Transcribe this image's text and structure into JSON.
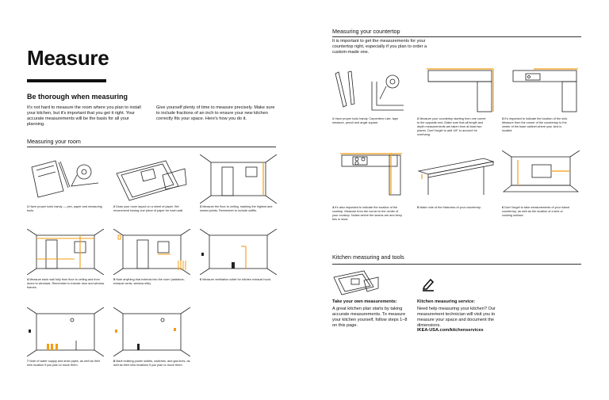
{
  "left": {
    "title": "Measure",
    "subheading": "Be thorough when measuring",
    "intro_col1": "It's not hard to measure the room where you plan to install your kitchen, but it's important that you get it right. Your accurate measurements will be the basis for all your planning.",
    "intro_col2": "Give yourself plenty of time to measure precisely. Make sure to include fractions of an inch to ensure your new kitchen correctly fits your space. Here's how you do it.",
    "section_title": "Measuring your room",
    "steps": [
      {
        "num": "1",
        "text": "Have proper tools handy — pen, paper and measuring tools."
      },
      {
        "num": "2",
        "text": "Draw your room layout on a sheet of paper. We recommend having one piece of paper for each wall."
      },
      {
        "num": "3",
        "text": "Measure the floor to ceiling. marking the highest and lowest points. Remember to include soffits."
      },
      {
        "num": "4",
        "text": "Measure each wall fully from floor to ceiling and from doors to windows. Remember to include door and window frames."
      },
      {
        "num": "5",
        "text": "Note anything that extends into the room (radiators, exhaust vents, window sills)."
      },
      {
        "num": "6",
        "text": "Measure ventilation outlet for kitchen exhaust hood."
      },
      {
        "num": "7",
        "text": "Note of water supply and drain pipes, as well as their new location if you plan to move them."
      },
      {
        "num": "8",
        "text": "Mark existing power outlets, switches, and gas lines, as well as their new locations if you plan to move them."
      }
    ]
  },
  "right": {
    "section_title": "Measuring your countertop",
    "intro": "It is important to get the measurements for your countertop right, especially if you plan to order a custom-made one.",
    "steps": [
      {
        "num": "1",
        "text": "Have proper tools handy. Carpenters ruler, tape measure, pencil and angle square."
      },
      {
        "num": "2",
        "text": "Measure your countertop starting from one corner to the opposite end. Make sure that all length and depth measurements are taken from at least two places. Don't forget to add 1/8\" to account for overhang."
      },
      {
        "num": "3",
        "text": "It's important to indicate the location of the sink. Measure from the corner of the countertop to the center of the base cabinet where your sink is located."
      },
      {
        "num": "4",
        "text": "It's also important to indicate the location of the cooktop. Measure from the corner to the center of your cooktop. Notice where the seams are and keep this in mind."
      },
      {
        "num": "5",
        "text": "Make note of the thickness of your countertop."
      },
      {
        "num": "6",
        "text": "Don't forget to take measurements of your island countertop, as well as the location of a sink or cooking surface."
      }
    ],
    "tools_title": "Kitchen measuring and tools",
    "own_heading": "Take your own measurements:",
    "own_body": "A great kitchen plan starts by taking accurate measurements. To measure your kitchen yourself, follow steps 1–8 on this page.",
    "service_heading": "Kitchen measuring service:",
    "service_body": "Need help measuring your kitchen? Our measurement technician will visit you to measure your space and document the dimensions.",
    "service_url": "IKEA-USA.com/kitchenservices"
  },
  "colors": {
    "accent": "#f39c12",
    "ink": "#111111"
  },
  "icons": [
    "pencil-icon",
    "tape-measure-icon",
    "paper-sketch-icon",
    "room-icon",
    "pencil-edit-icon"
  ]
}
